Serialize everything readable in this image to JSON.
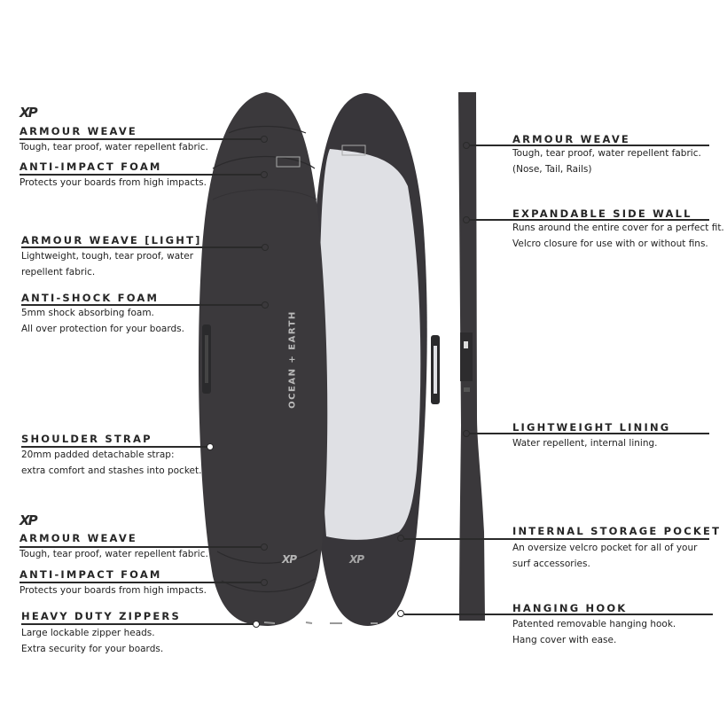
{
  "product": {
    "brand_text": "OCEAN + EARTH",
    "logo_mark": "XP",
    "colors": {
      "cover_dark": "#3a383b",
      "cover_light": "#dedfe3",
      "text": "#262626",
      "rule": "#2a2a2a"
    }
  },
  "left_callouts": {
    "logo_top": "XP",
    "logo_bottom": "XP",
    "items": [
      {
        "title": "ARMOUR WEAVE",
        "description": "Tough, tear proof, water repellent fabric."
      },
      {
        "title": "ANTI-IMPACT FOAM",
        "description": "Protects your boards from high impacts."
      },
      {
        "title": "ARMOUR WEAVE [LIGHT]",
        "description": "Lightweight, tough, tear proof, water\nrepellent fabric."
      },
      {
        "title": "ANTI-SHOCK FOAM",
        "description": "5mm shock absorbing foam.\nAll over protection for your boards."
      },
      {
        "title": "SHOULDER STRAP",
        "description": "20mm padded detachable strap:\nextra comfort and stashes into pocket."
      },
      {
        "title": "ARMOUR WEAVE",
        "description": "Tough, tear proof, water repellent fabric."
      },
      {
        "title": "ANTI-IMPACT FOAM",
        "description": "Protects your boards from high impacts."
      },
      {
        "title": "HEAVY DUTY ZIPPERS",
        "description": "Large lockable zipper heads.\nExtra security for your boards."
      }
    ]
  },
  "right_callouts": {
    "items": [
      {
        "title": "ARMOUR WEAVE",
        "description": "Tough, tear proof, water repellent fabric.\n(Nose, Tail, Rails)"
      },
      {
        "title": "EXPANDABLE SIDE WALL",
        "description": "Runs around the entire cover for a perfect fit.\nVelcro closure for use with or without fins."
      },
      {
        "title": "LIGHTWEIGHT LINING",
        "description": "Water repellent, internal lining."
      },
      {
        "title": "INTERNAL STORAGE POCKET",
        "description": "An oversize velcro pocket for all of your\nsurf accessories."
      },
      {
        "title": "HANGING HOOK",
        "description": "Patented removable hanging hook.\nHang cover with ease."
      }
    ]
  }
}
